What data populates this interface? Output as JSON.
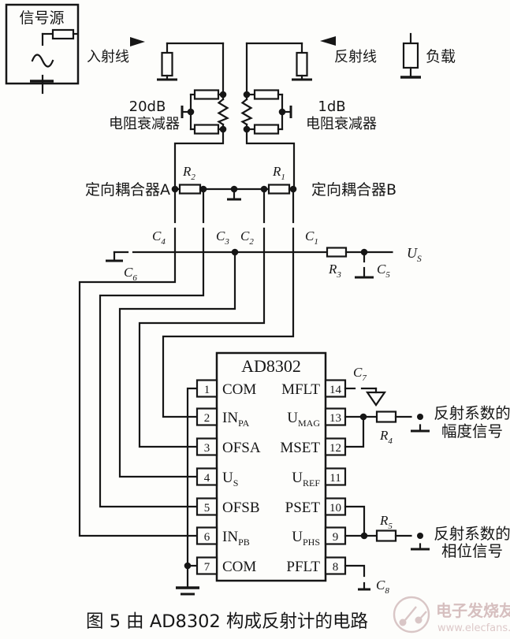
{
  "source": {
    "label": "信号源"
  },
  "flow": {
    "incident": "入射线",
    "reflected": "反射线"
  },
  "load": {
    "label": "负载"
  },
  "attenuator_a": {
    "value": "20dB",
    "label": "电阻衰减器"
  },
  "attenuator_b": {
    "value": "1dB",
    "label": "电阻衰减器"
  },
  "coupler_a": {
    "label": "定向耦合器A"
  },
  "coupler_b": {
    "label": "定向耦合器B"
  },
  "parts": {
    "r1": {
      "name": "R",
      "sub": "1"
    },
    "r2": {
      "name": "R",
      "sub": "2"
    },
    "r3": {
      "name": "R",
      "sub": "3"
    },
    "r4": {
      "name": "R",
      "sub": "4"
    },
    "r5": {
      "name": "R",
      "sub": "5"
    },
    "c1": {
      "name": "C",
      "sub": "1"
    },
    "c2": {
      "name": "C",
      "sub": "2"
    },
    "c3": {
      "name": "C",
      "sub": "3"
    },
    "c4": {
      "name": "C",
      "sub": "4"
    },
    "c5": {
      "name": "C",
      "sub": "5"
    },
    "c6": {
      "name": "C",
      "sub": "6"
    },
    "c7": {
      "name": "C",
      "sub": "7"
    },
    "c8": {
      "name": "C",
      "sub": "8"
    }
  },
  "supply": {
    "name": "U",
    "sub": "S"
  },
  "chip": {
    "title": "AD8302",
    "left_pins": [
      {
        "num": "1",
        "name": "COM",
        "sub": ""
      },
      {
        "num": "2",
        "name": "IN",
        "sub": "PA"
      },
      {
        "num": "3",
        "name": "OFSA",
        "sub": ""
      },
      {
        "num": "4",
        "name": "U",
        "sub": "S"
      },
      {
        "num": "5",
        "name": "OFSB",
        "sub": ""
      },
      {
        "num": "6",
        "name": "IN",
        "sub": "PB"
      },
      {
        "num": "7",
        "name": "COM",
        "sub": ""
      }
    ],
    "right_pins": [
      {
        "num": "14",
        "name": "MFLT",
        "sub": ""
      },
      {
        "num": "13",
        "name": "U",
        "sub": "MAG"
      },
      {
        "num": "12",
        "name": "MSET",
        "sub": ""
      },
      {
        "num": "11",
        "name": "U",
        "sub": "REF"
      },
      {
        "num": "10",
        "name": "PSET",
        "sub": ""
      },
      {
        "num": "9",
        "name": "U",
        "sub": "PHS"
      },
      {
        "num": "8",
        "name": "PFLT",
        "sub": ""
      }
    ]
  },
  "outputs": {
    "magnitude": {
      "line1": "反射系数的",
      "line2": "幅度信号"
    },
    "phase": {
      "line1": "反射系数的",
      "line2": "相位信号"
    }
  },
  "caption": "图 5  由 AD8302 构成反射计的电路",
  "watermark": {
    "brand": "电子发烧友",
    "url": "www.elecfans.com"
  },
  "colors": {
    "ink": "#161616",
    "paper": "#fdfdfb",
    "watermark": "#d9c6c6"
  }
}
